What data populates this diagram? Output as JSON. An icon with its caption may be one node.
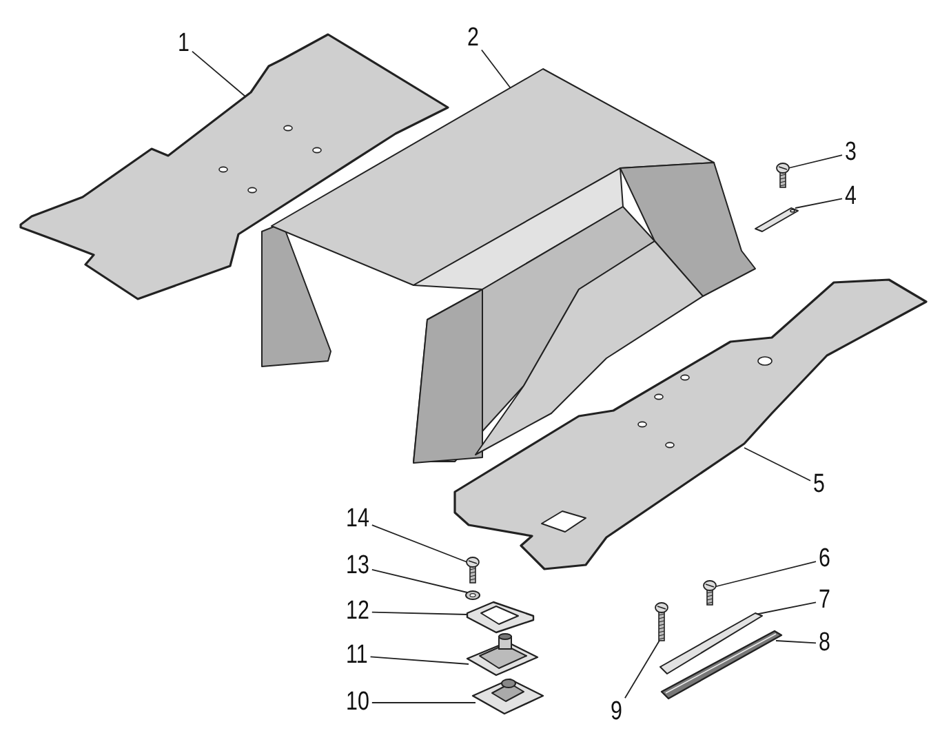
{
  "diagram": {
    "nodes": [
      {
        "text": [
          "1"
        ]
      },
      {
        "text": [
          "2"
        ]
      },
      {
        "text": [
          "3"
        ]
      },
      {
        "text": [
          "4"
        ]
      },
      {
        "text": [
          "5"
        ]
      },
      {
        "text": [
          "6"
        ]
      },
      {
        "text": [
          "7"
        ]
      },
      {
        "text": [
          "8"
        ]
      },
      {
        "text": [
          "9"
        ]
      },
      {
        "text": [
          "10"
        ]
      },
      {
        "text": [
          "11"
        ]
      },
      {
        "text": [
          "12"
        ]
      },
      {
        "text": [
          "13"
        ]
      },
      {
        "text": [
          "14"
        ]
      },
      {
        "text": [],
        "shape": "picture"
      },
      {
        "text": [],
        "shape": "picture"
      },
      {
        "text": [],
        "shape": "picture"
      },
      {
        "text": [],
        "shape": "picture"
      },
      {
        "text": [],
        "shape": "picture"
      },
      {
        "text": [],
        "shape": "picture"
      },
      {
        "text": [],
        "shape": "picture"
      },
      {
        "text": [],
        "shape": "picture"
      },
      {
        "text": [],
        "shape": "picture"
      },
      {
        "text": [],
        "shape": "picture"
      },
      {
        "text": [],
        "shape": "picture"
      },
      {
        "text": [],
        "shape": "picture"
      },
      {
        "text": [],
        "shape": "picture"
      },
      {
        "text": [],
        "shape": "picture"
      }
    ],
    "edges": [
      {
        "from": 0,
        "to": 14,
        "arrow": "none"
      },
      {
        "from": 1,
        "to": 15,
        "arrow": "none"
      },
      {
        "from": 2,
        "to": 16,
        "arrow": "none"
      },
      {
        "from": 3,
        "to": 17,
        "arrow": "none"
      },
      {
        "from": 4,
        "to": 18,
        "arrow": "none"
      },
      {
        "from": 5,
        "to": 19,
        "arrow": "none"
      },
      {
        "from": 6,
        "to": 20,
        "arrow": "none"
      },
      {
        "from": 7,
        "to": 21,
        "arrow": "none"
      },
      {
        "from": 8,
        "to": 22,
        "arrow": "none"
      },
      {
        "from": 9,
        "to": 23,
        "arrow": "none"
      },
      {
        "from": 10,
        "to": 24,
        "arrow": "none"
      },
      {
        "from": 11,
        "to": 25,
        "arrow": "none"
      },
      {
        "from": 12,
        "to": 26,
        "arrow": "none"
      },
      {
        "from": 13,
        "to": 27,
        "arrow": "none"
      }
    ]
  }
}
